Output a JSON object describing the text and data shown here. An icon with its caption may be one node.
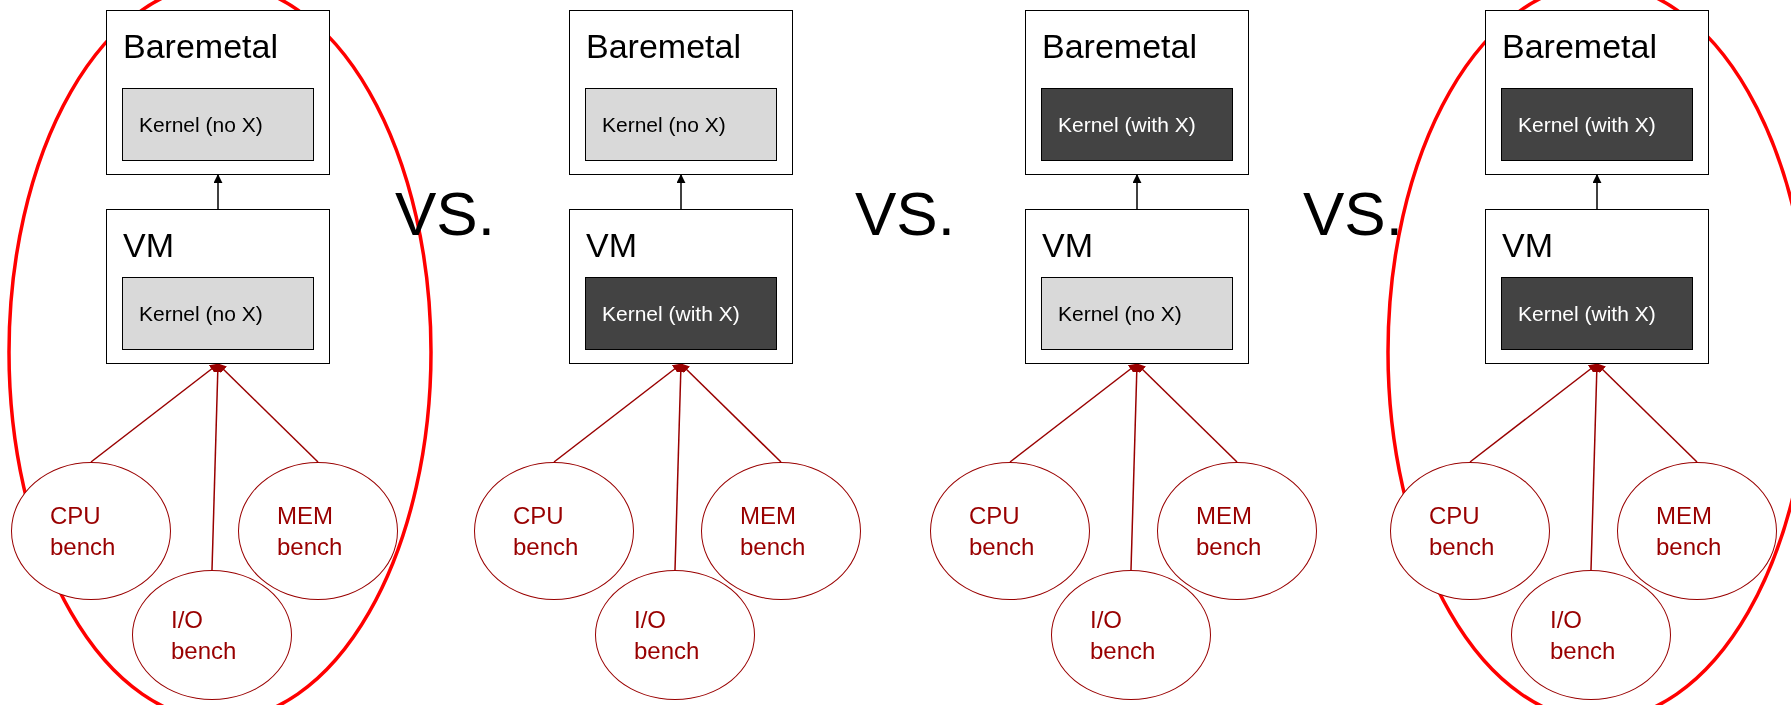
{
  "diagram": {
    "nodes": [
      {
        "text": [
          "Baremetal"
        ]
      },
      {
        "text": [
          "Kernel (no X)"
        ],
        "in": 0
      },
      {
        "text": [
          "VM"
        ]
      },
      {
        "text": [
          "Kernel (no X)"
        ],
        "in": 2
      },
      {
        "text": [
          "CPU bench"
        ]
      },
      {
        "text": [
          "MEM bench"
        ]
      },
      {
        "text": [
          "I/O bench"
        ]
      },
      {
        "text": [
          "Baremetal"
        ]
      },
      {
        "text": [
          "Kernel (no X)"
        ],
        "in": 7
      },
      {
        "text": [
          "VM"
        ]
      },
      {
        "text": [
          "Kernel (with X)"
        ],
        "in": 9
      },
      {
        "text": [
          "CPU bench"
        ]
      },
      {
        "text": [
          "MEM bench"
        ]
      },
      {
        "text": [
          "I/O bench"
        ]
      },
      {
        "text": [
          "Baremetal"
        ]
      },
      {
        "text": [
          "Kernel (with X)"
        ],
        "in": 14
      },
      {
        "text": [
          "VM"
        ]
      },
      {
        "text": [
          "Kernel (no X)"
        ],
        "in": 16
      },
      {
        "text": [
          "CPU bench"
        ]
      },
      {
        "text": [
          "MEM bench"
        ]
      },
      {
        "text": [
          "I/O bench"
        ]
      },
      {
        "text": [
          "Baremetal"
        ]
      },
      {
        "text": [
          "Kernel (with X)"
        ],
        "in": 21
      },
      {
        "text": [
          "VM"
        ]
      },
      {
        "text": [
          "Kernel (with X)"
        ],
        "in": 23
      },
      {
        "text": [
          "CPU bench"
        ]
      },
      {
        "text": [
          "MEM bench"
        ]
      },
      {
        "text": [
          "I/O bench"
        ]
      }
    ],
    "edges": [
      {
        "from": 2,
        "to": 0,
        "arrow": "to",
        "color": "#000000"
      },
      {
        "from": 4,
        "to": 2,
        "arrow": "to"
      },
      {
        "from": 6,
        "to": 2,
        "arrow": "to"
      },
      {
        "from": 5,
        "to": 2,
        "arrow": "to"
      },
      {
        "from": 9,
        "to": 7,
        "arrow": "to",
        "color": "#000000"
      },
      {
        "from": 11,
        "to": 9,
        "arrow": "to"
      },
      {
        "from": 13,
        "to": 9,
        "arrow": "to"
      },
      {
        "from": 12,
        "to": 9,
        "arrow": "to"
      },
      {
        "from": 16,
        "to": 14,
        "arrow": "to",
        "color": "#000000"
      },
      {
        "from": 18,
        "to": 16,
        "arrow": "to"
      },
      {
        "from": 20,
        "to": 16,
        "arrow": "to"
      },
      {
        "from": 19,
        "to": 16,
        "arrow": "to"
      },
      {
        "from": 23,
        "to": 21,
        "arrow": "to",
        "color": "#000000"
      },
      {
        "from": 25,
        "to": 23,
        "arrow": "to"
      },
      {
        "from": 27,
        "to": 23,
        "arrow": "to"
      },
      {
        "from": 26,
        "to": 23,
        "arrow": "to"
      }
    ],
    "labels": [
      "VS.",
      "VS.",
      "VS."
    ]
  }
}
